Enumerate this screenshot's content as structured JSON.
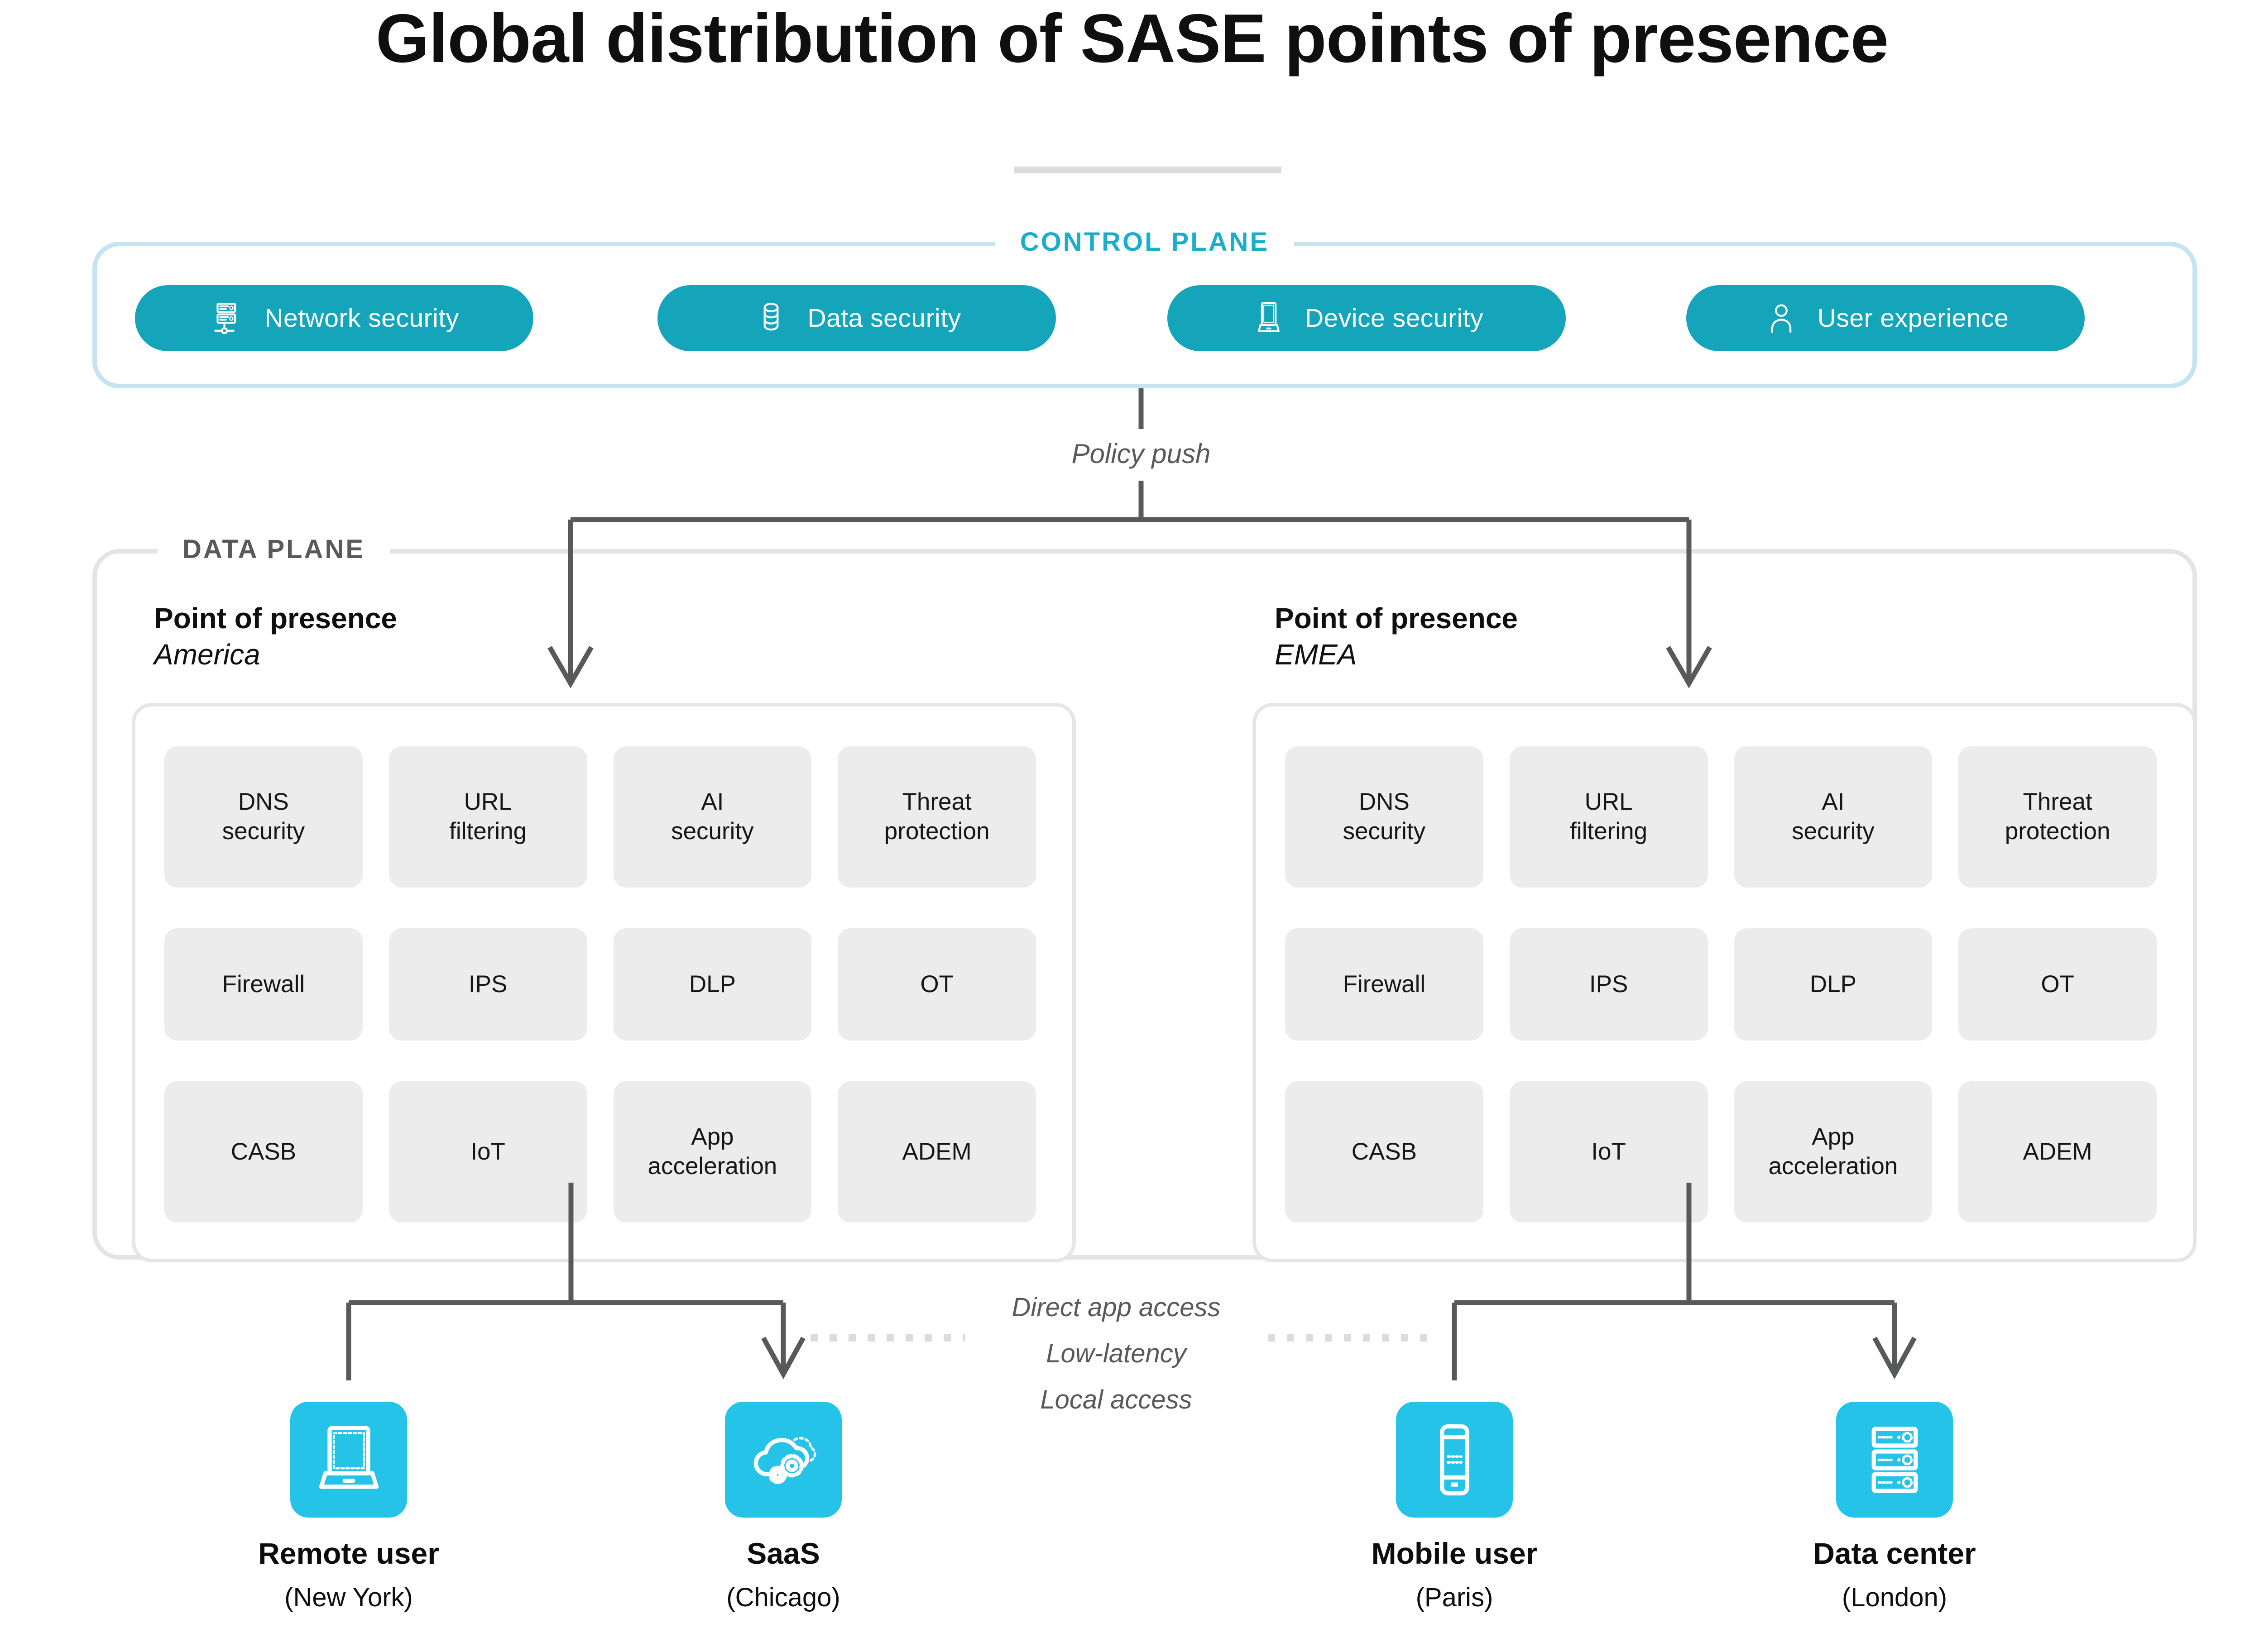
{
  "title": "Global distribution of SASE points of presence",
  "control_plane": {
    "label": "CONTROL PLANE",
    "pills": [
      {
        "label": "Network security",
        "icon": "network-security-icon"
      },
      {
        "label": "Data security",
        "icon": "data-security-icon"
      },
      {
        "label": "Device security",
        "icon": "device-security-icon"
      },
      {
        "label": "User experience",
        "icon": "user-experience-icon"
      }
    ]
  },
  "policy_push": "Policy push",
  "data_plane": {
    "label": "DATA PLANE",
    "pops": [
      {
        "title": "Point of presence",
        "region": "America",
        "services": [
          "DNS\nsecurity",
          "URL\nfiltering",
          "AI\nsecurity",
          "Threat\nprotection",
          "Firewall",
          "IPS",
          "DLP",
          "OT",
          "CASB",
          "IoT",
          "App\nacceleration",
          "ADEM"
        ]
      },
      {
        "title": "Point of presence",
        "region": "EMEA",
        "services": [
          "DNS\nsecurity",
          "URL\nfiltering",
          "AI\nsecurity",
          "Threat\nprotection",
          "Firewall",
          "IPS",
          "DLP",
          "OT",
          "CASB",
          "IoT",
          "App\nacceleration",
          "ADEM"
        ]
      }
    ]
  },
  "access_notes": [
    "Direct app access",
    "Low-latency",
    "Local access"
  ],
  "endpoints": [
    {
      "name": "Remote user",
      "location": "(New York)",
      "icon": "laptop-icon"
    },
    {
      "name": "SaaS",
      "location": "(Chicago)",
      "icon": "cloud-gears-icon"
    },
    {
      "name": "Mobile user",
      "location": "(Paris)",
      "icon": "smartphone-icon"
    },
    {
      "name": "Data center",
      "location": "(London)",
      "icon": "server-rack-icon"
    }
  ],
  "colors": {
    "pill_teal": "#14a5bb",
    "endpoint_cyan": "#25c3e8",
    "control_border": "#c4e4f0",
    "control_label_text": "#1baecb",
    "data_plane_border": "#e4e4e4",
    "data_plane_label_text": "#595959",
    "connector_gray": "#58595b",
    "service_cell_bg": "#ececec",
    "dotted_line": "#dcdcdc",
    "title_underline": "#dbdbdb"
  }
}
